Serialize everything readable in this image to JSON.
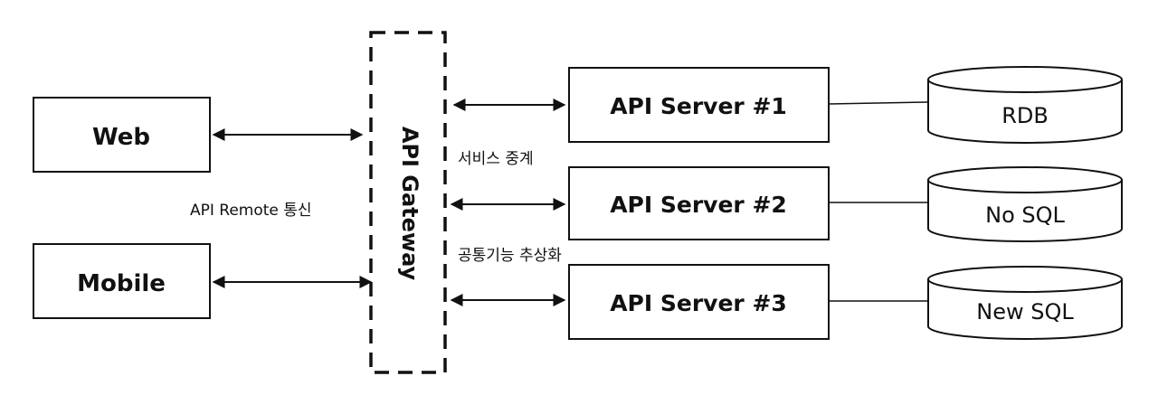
{
  "clients": {
    "web": "Web",
    "mobile": "Mobile"
  },
  "gateway": {
    "label": "API Gateway"
  },
  "annotations": {
    "remote": "API Remote 통신",
    "relay": "서비스 중계",
    "abstraction": "공통기능 추상화"
  },
  "servers": [
    "API Server #1",
    "API Server #2",
    "API Server #3"
  ],
  "databases": [
    "RDB",
    "No SQL",
    "New SQL"
  ],
  "colors": {
    "stroke": "#111111",
    "background": "#ffffff"
  }
}
